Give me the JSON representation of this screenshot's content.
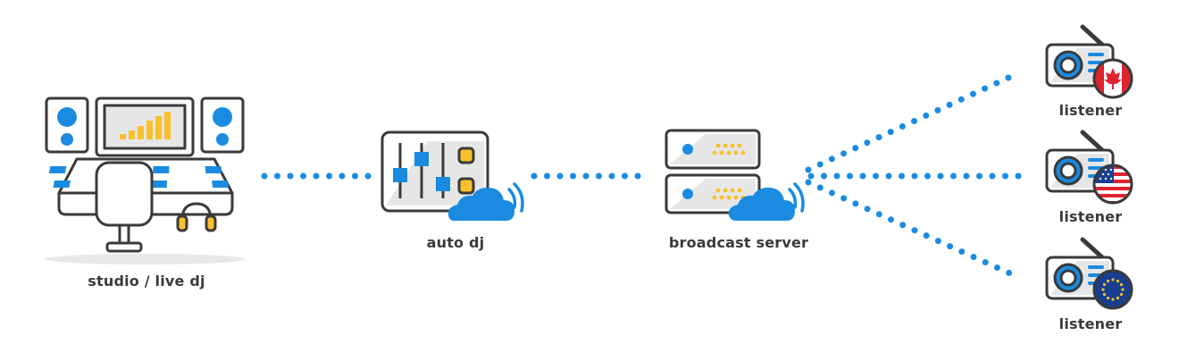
{
  "nodes": {
    "studio": {
      "label": "studio / live dj",
      "icon": "studio-console-icon"
    },
    "autodj": {
      "label": "auto dj",
      "icon": "mixer-cloud-icon"
    },
    "server": {
      "label": "broadcast server",
      "icon": "server-cloud-icon"
    },
    "listeners": [
      {
        "label": "listener",
        "icon": "radio-icon",
        "flag": "canada-flag-icon"
      },
      {
        "label": "listener",
        "icon": "radio-icon",
        "flag": "usa-flag-icon"
      },
      {
        "label": "listener",
        "icon": "radio-icon",
        "flag": "eu-flag-icon"
      }
    ]
  },
  "colors": {
    "accent_blue": "#1a8be0",
    "outline": "#3a3a3a",
    "panel_gray": "#e6e6e6",
    "yellow": "#f8c12c",
    "canada_red": "#e0242f",
    "eu_blue": "#1a3e8f"
  }
}
